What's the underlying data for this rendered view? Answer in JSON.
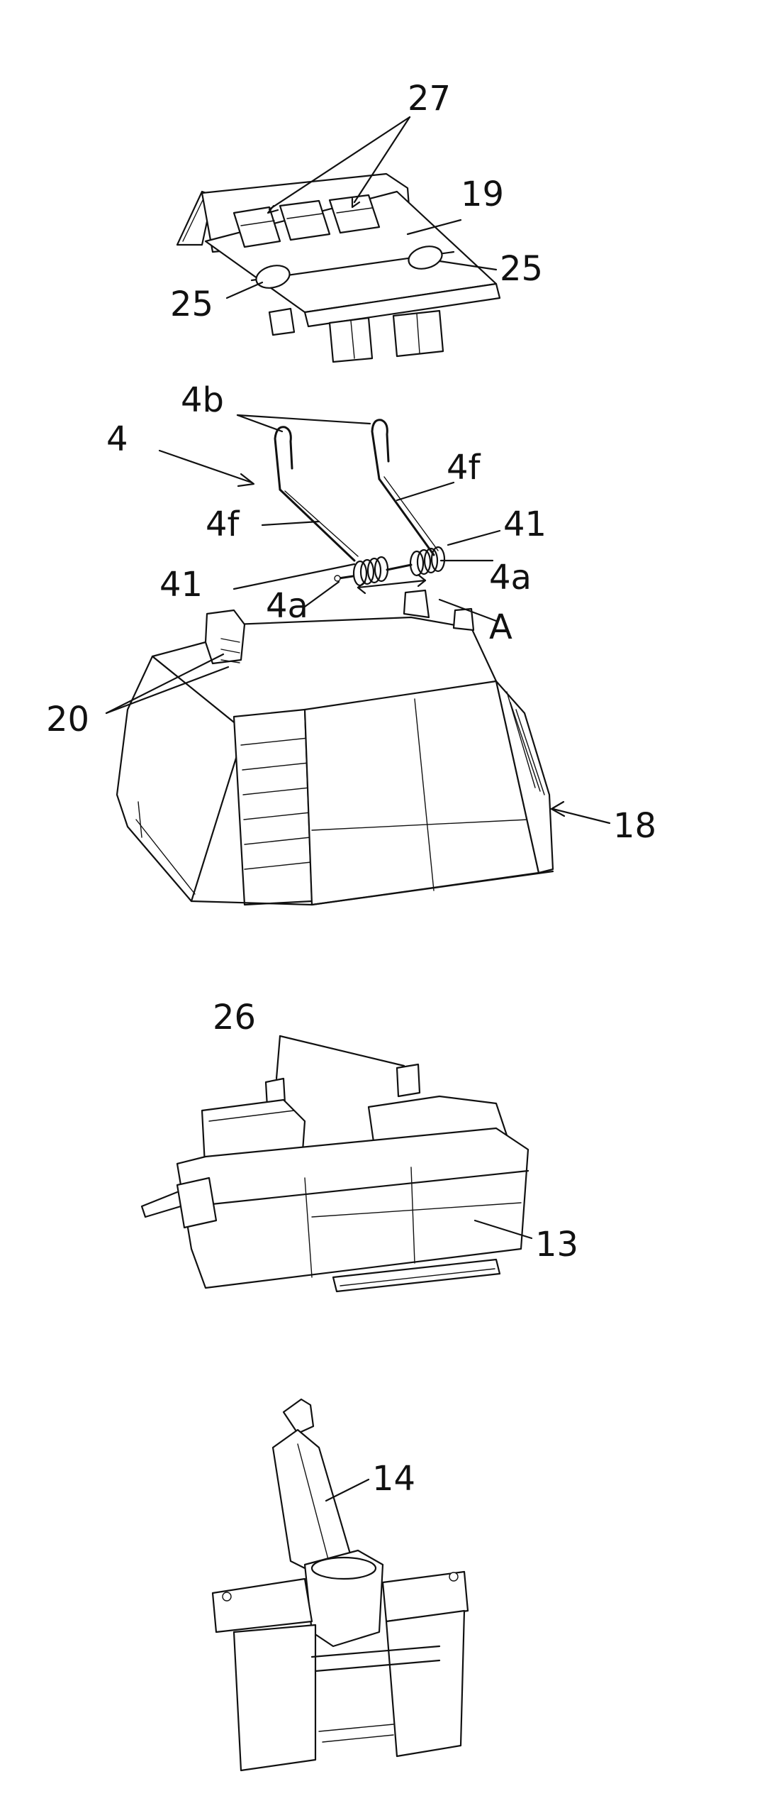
{
  "labels": {
    "p27": "27",
    "p19": "19",
    "p25_left": "25",
    "p25_right": "25",
    "p4b": "4b",
    "p4": "4",
    "p4f_right": "4f",
    "p4f_left": "4f",
    "p41_right": "41",
    "p41_left": "41",
    "p4a_right": "4a",
    "p4a_left": "4a",
    "pA": "A",
    "p20": "20",
    "p18": "18",
    "p26": "26",
    "p13": "13",
    "p14": "14"
  }
}
